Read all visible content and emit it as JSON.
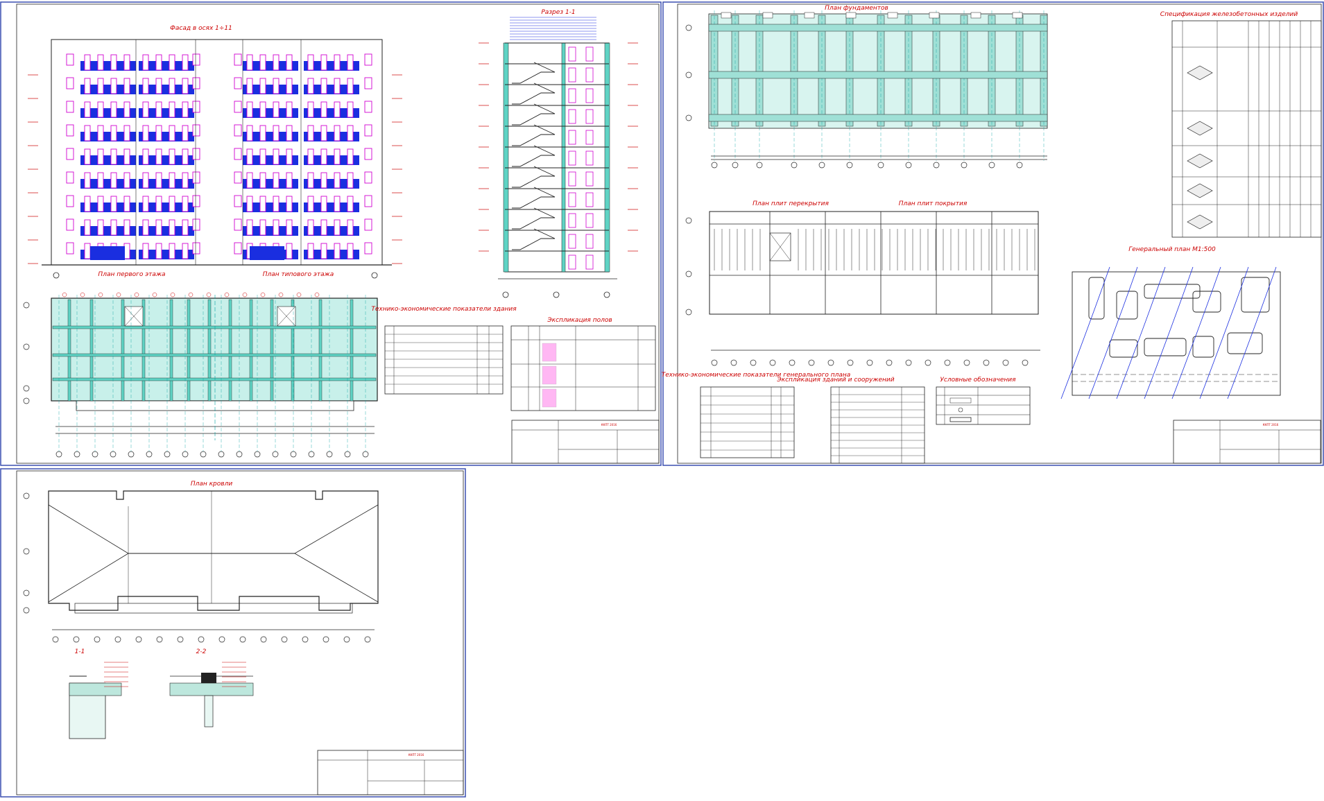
{
  "sheets": [
    {
      "id": "sheet1",
      "stamp": "ККПТ 2016"
    },
    {
      "id": "sheet2",
      "stamp": "ККПТ 2016"
    },
    {
      "id": "sheet3",
      "stamp": "ККПТ 2016"
    }
  ],
  "titles": {
    "facade": "Фасад в осях 1÷11",
    "section": "Разрез 1-1",
    "plan_first": "План первого этажа",
    "plan_typical": "План типового этажа",
    "tep_building": "Технико-экономические показатели здания",
    "floors_expl": "Экспликация полов",
    "foundation": "План фундаментов",
    "slab_typical": "План плит перекрытия",
    "slab_roof": "План плит покрытия",
    "spec": "Спецификация железобетонных изделий",
    "genplan": "Генеральный план М1:500",
    "tep_site": "Технико-экономические показатели генерального плана",
    "expl_site": "Экспликация зданий и сооружений",
    "legend": "Условные обозначения",
    "roof_plan": "План кровли",
    "node1": "1-1",
    "node2": "2-2"
  },
  "colors": {
    "frame": "#3a4fb0",
    "line": "#222222",
    "annotation": "#cc0000",
    "window_band": "#1a2ee0",
    "window_frame": "#d000d0",
    "wall_fill": "#5fd3c4",
    "axis": "#00a0a0"
  }
}
